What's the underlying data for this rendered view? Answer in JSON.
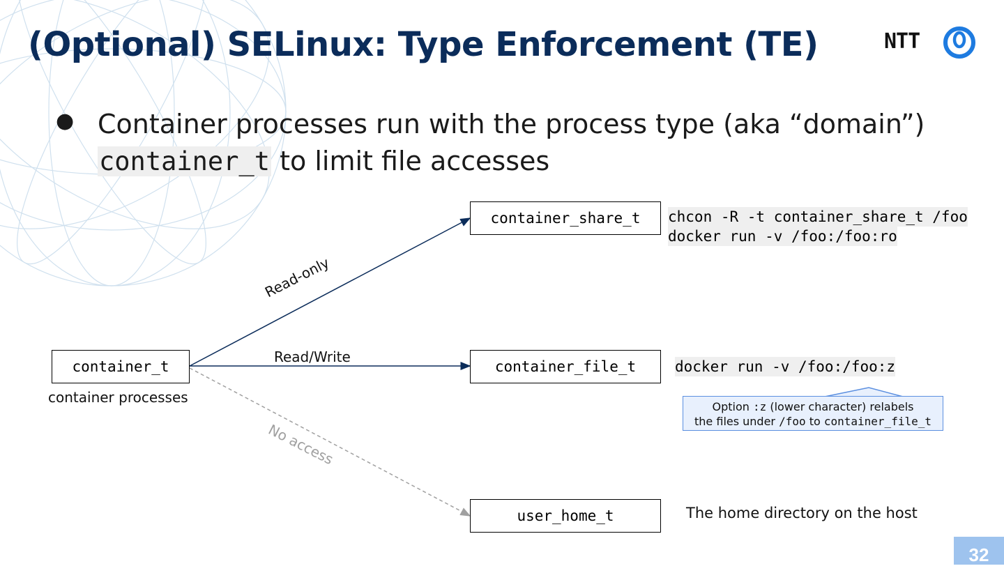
{
  "slide": {
    "title": "(Optional) SELinux: Type Enforcement (TE)",
    "logo_text": "NTT",
    "page_number": "32",
    "colors": {
      "title": "#0b2c5a",
      "logo_ring": "#1e7be0",
      "callout_border": "#5b8fe0",
      "callout_fill": "#e8f0fd",
      "page_badge": "#9ec3ee"
    }
  },
  "bullet": {
    "marker": "●",
    "text_part1": "Container processes run with the process type (aka “domain”)",
    "code": "container_t",
    "text_part2": " to limit file accesses"
  },
  "diagram": {
    "source_box": "container_t",
    "source_caption": "container processes",
    "targets": {
      "share": "container_share_t",
      "file": "container_file_t",
      "home": "user_home_t"
    },
    "edges": {
      "share": "Read-only",
      "file": "Read/Write",
      "home": "No access"
    },
    "commands": {
      "share_line1": "chcon -R -t container_share_t /foo",
      "share_line2": "docker run -v /foo:/foo:ro",
      "file_line1": "docker run -v /foo:/foo:z"
    },
    "home_note": "The home directory on the host",
    "callout": {
      "l1_a": "Option ",
      "l1_code": ":z",
      "l1_b": " (lower character) relabels",
      "l2_a": "the files under ",
      "l2_code": "/foo",
      "l2_b": " to ",
      "l2_code2": "container_file_t"
    }
  }
}
